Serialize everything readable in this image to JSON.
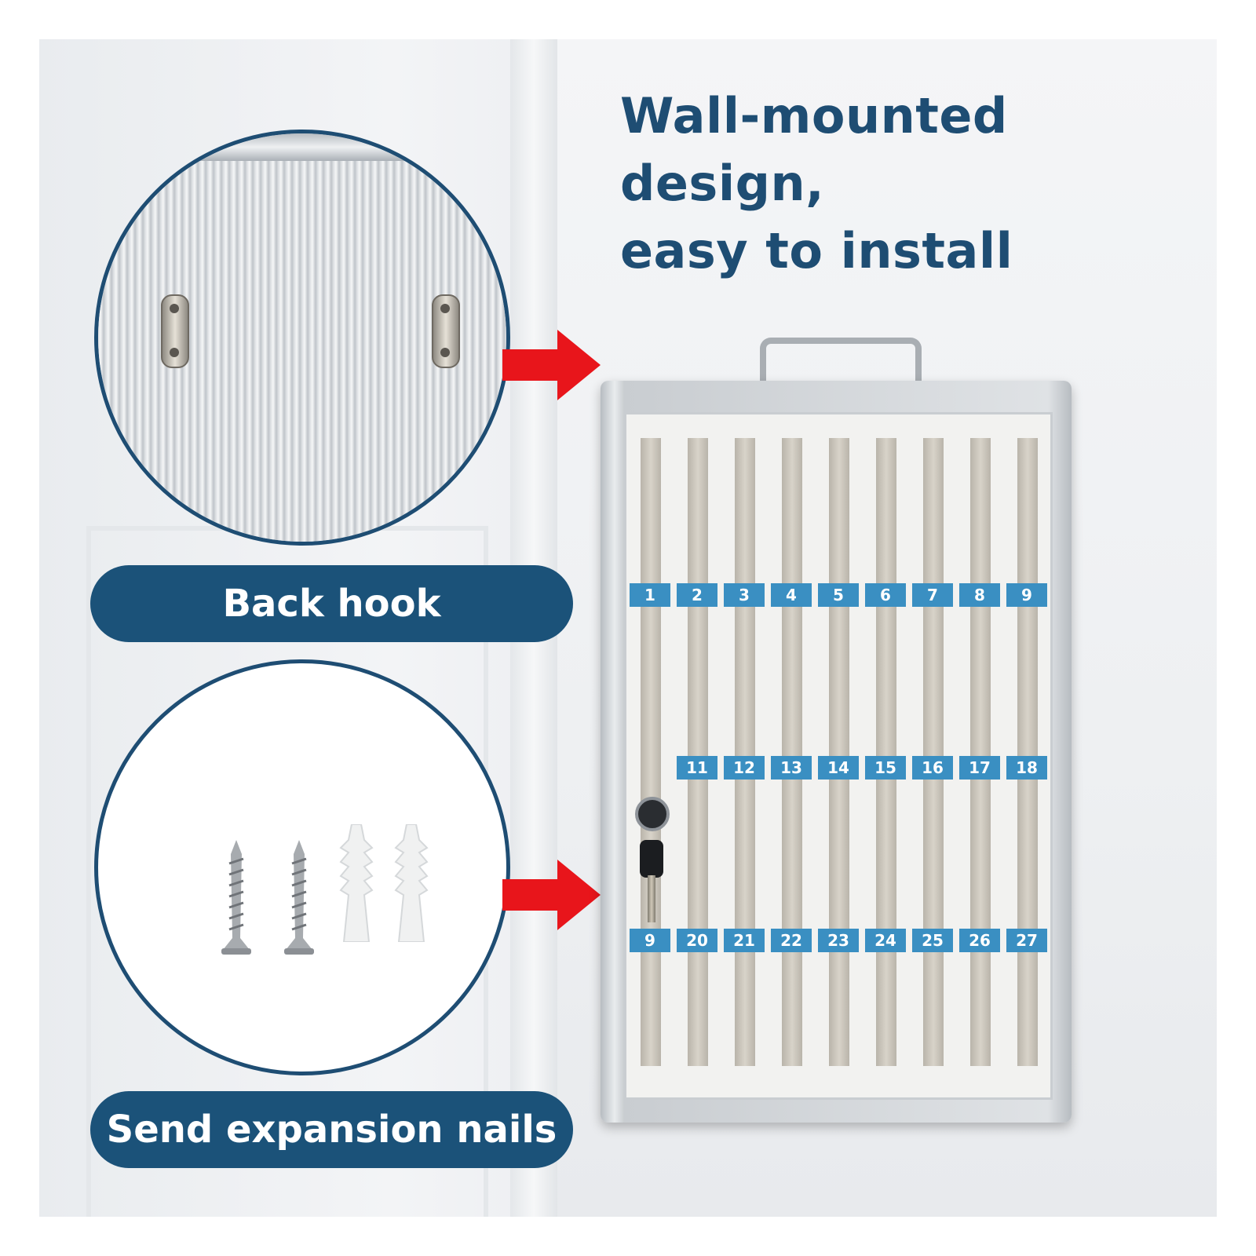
{
  "headline": {
    "line1": "Wall-mounted design,",
    "line2": "easy to install"
  },
  "callouts": [
    {
      "label": "Back hook"
    },
    {
      "label": "Send expansion nails"
    }
  ],
  "cabinet": {
    "row1_numbers": [
      "1",
      "2",
      "3",
      "4",
      "5",
      "6",
      "7",
      "8",
      "9"
    ],
    "row2_numbers": [
      "11",
      "12",
      "13",
      "14",
      "15",
      "16",
      "17",
      "18"
    ],
    "row3_numbers": [
      "9",
      "20",
      "21",
      "22",
      "23",
      "24",
      "25",
      "26",
      "27"
    ]
  },
  "colors": {
    "label_blue": "#1b5279",
    "headline_blue": "#1e4d73",
    "arrow_red": "#e8151b",
    "tag_blue": "#3a8fc2"
  }
}
